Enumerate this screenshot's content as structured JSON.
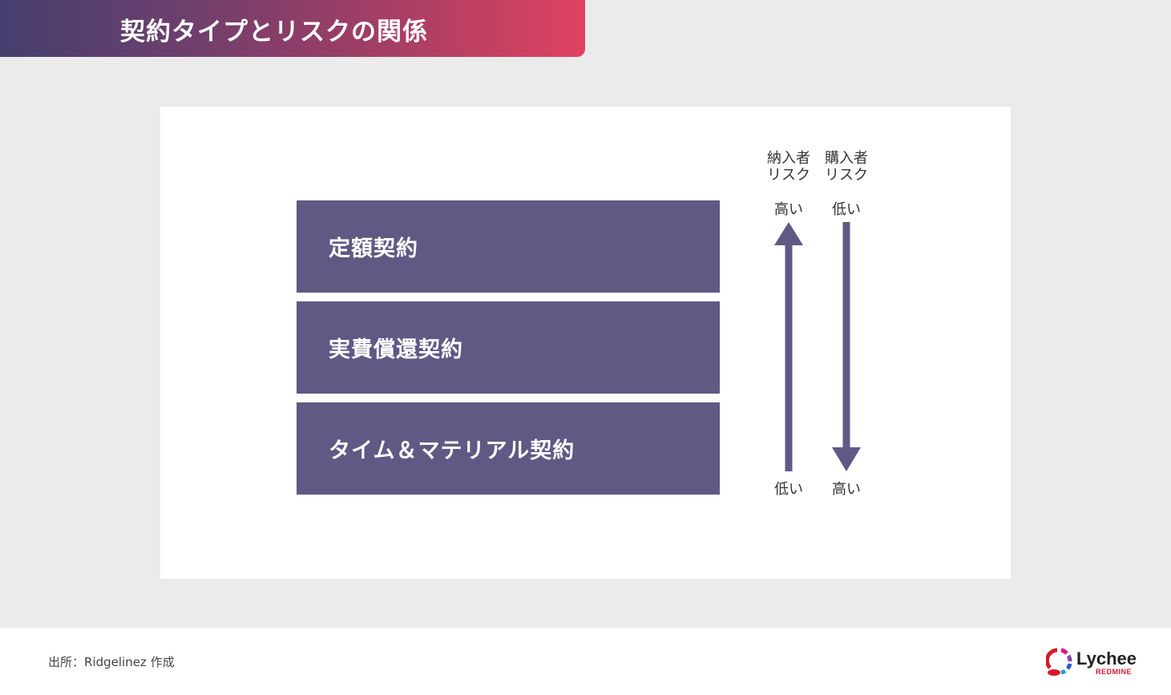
{
  "title": "契約タイプとリスクの関係",
  "contracts": [
    {
      "label": "定額契約"
    },
    {
      "label": "実費償還契約"
    },
    {
      "label": "タイム＆マテリアル契約"
    }
  ],
  "risk_columns": [
    {
      "header_line1": "納入者",
      "header_line2": "リスク",
      "top": "高い",
      "bottom": "低い",
      "arrow_direction": "up"
    },
    {
      "header_line1": "購入者",
      "header_line2": "リスク",
      "top": "低い",
      "bottom": "高い",
      "arrow_direction": "down"
    }
  ],
  "footer": {
    "source": "出所：Ridgelinez 作成",
    "logo_name": "Lychee",
    "logo_sub": "REDMINE"
  },
  "colors": {
    "box_fill": "#5f5984",
    "arrow_fill": "#5f5984",
    "banner_start": "#433f6f",
    "banner_end": "#e04260",
    "background": "#ebebeb"
  }
}
